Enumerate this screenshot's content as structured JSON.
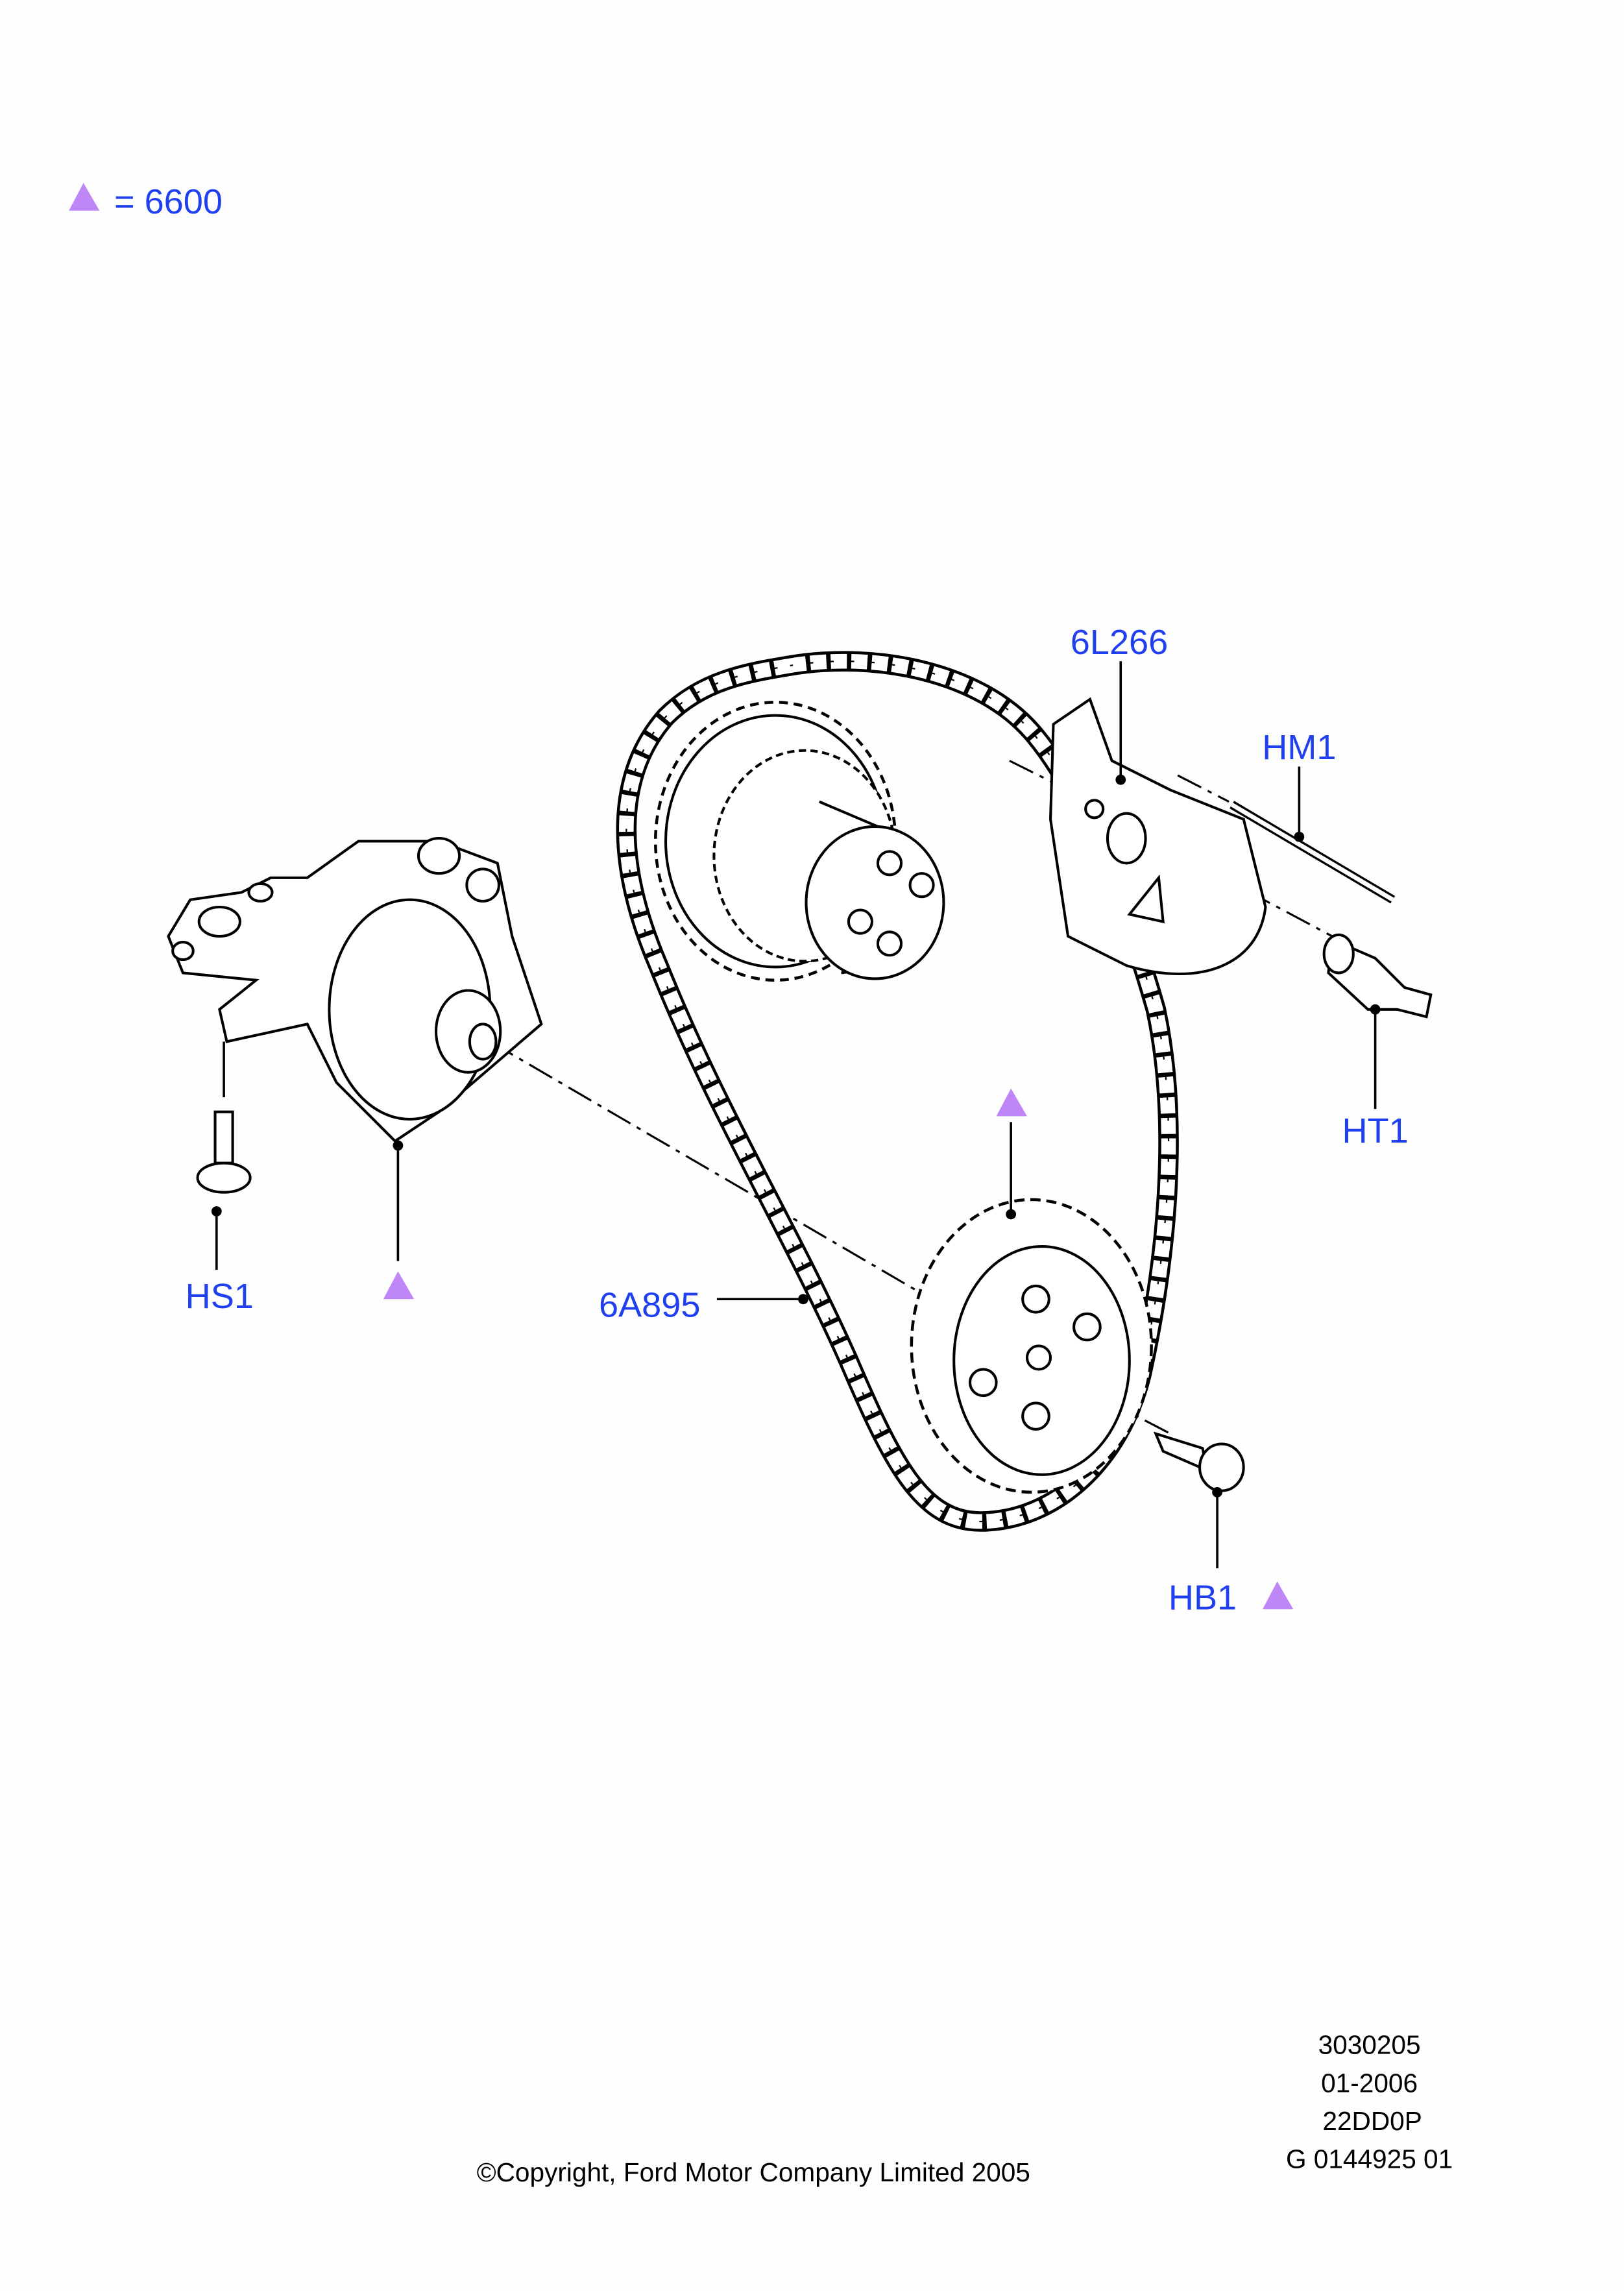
{
  "legend": {
    "symbol": "triangle",
    "text": "= 6600"
  },
  "callouts": {
    "tensioner_guide": "6L266",
    "pin": "HM1",
    "tensioner_bolt": "HT1",
    "pump_screw": "HS1",
    "timing_chain": "6A895",
    "sprocket_bolt": "HB1"
  },
  "footer": {
    "code1": "3030205",
    "date": "01-2006",
    "code2": "22DD0P",
    "figure_id": "G 0144925 01",
    "copyright": "©Copyright, Ford Motor Company Limited 2005"
  },
  "colors": {
    "label": "#2040f0",
    "marker": "#bf86f8",
    "line": "#000000"
  }
}
